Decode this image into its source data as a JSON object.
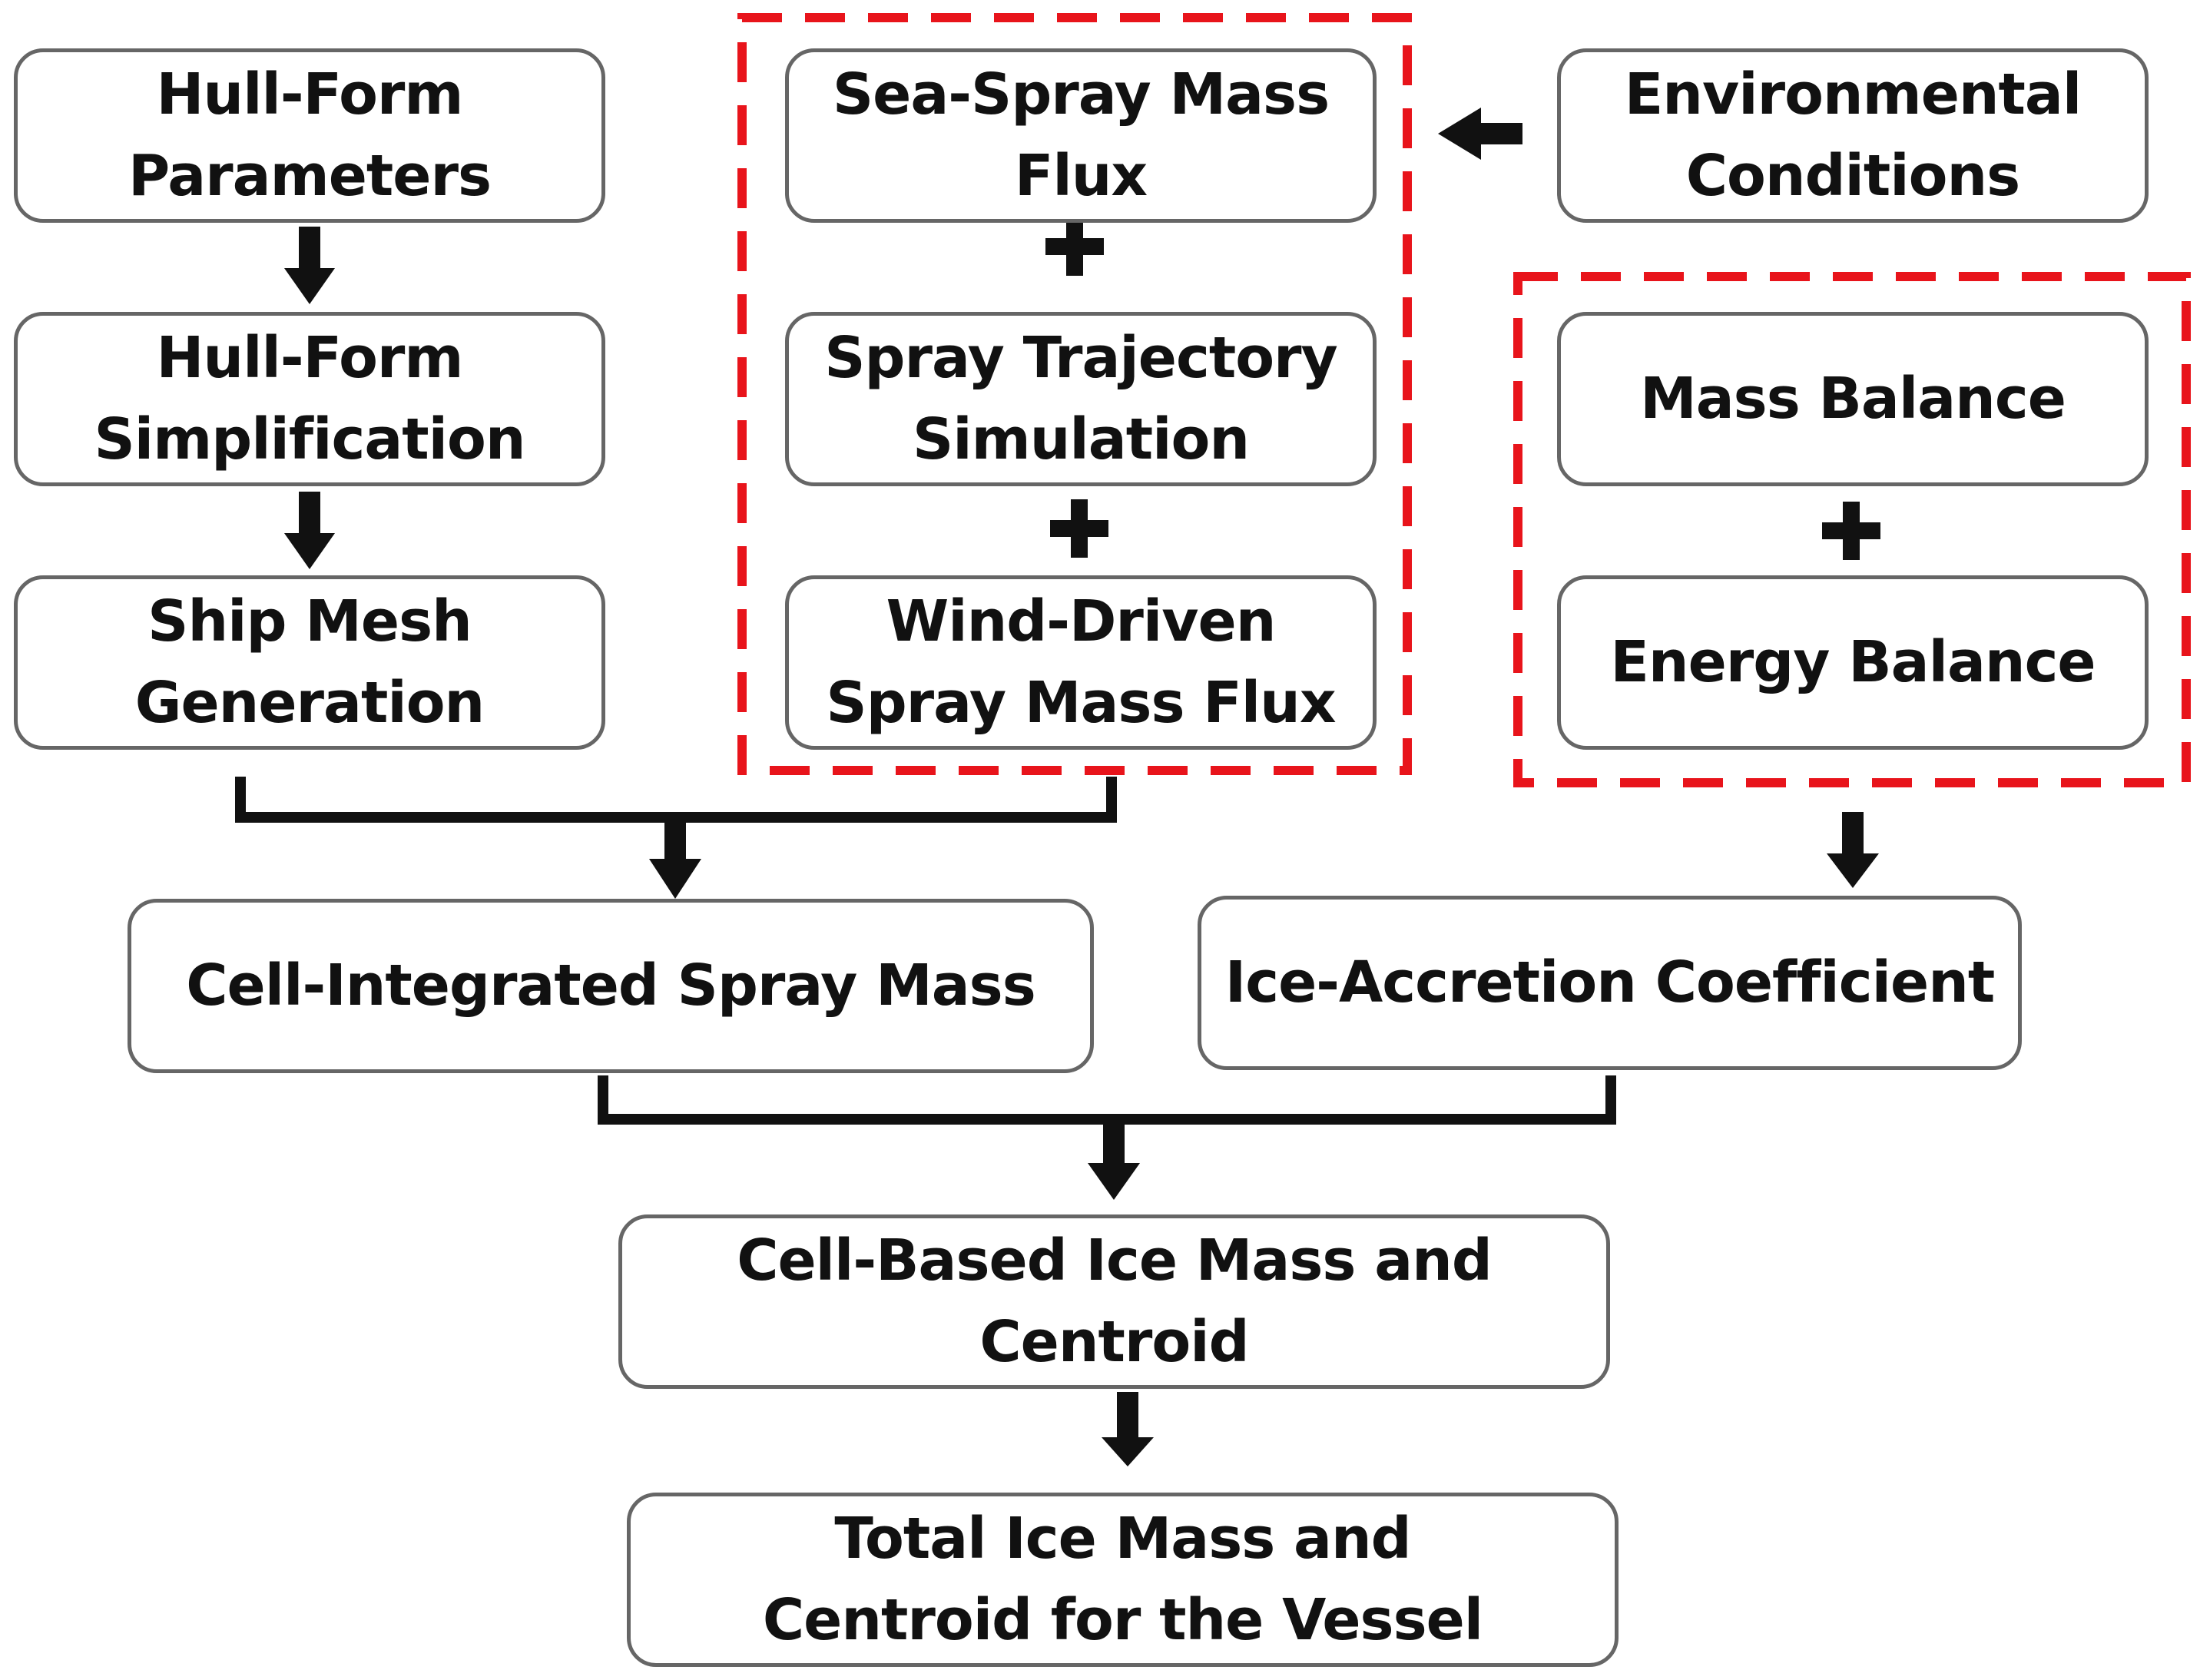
{
  "nodes": {
    "hull_form_parameters": "Hull-Form Parameters",
    "hull_form_simplification": "Hull-Form Simplification",
    "ship_mesh_generation": "Ship Mesh Generation",
    "sea_spray_mass_flux": "Sea-Spray Mass Flux",
    "spray_trajectory_simulation": "Spray Trajectory Simulation",
    "wind_driven_spray_mass_flux": "Wind-Driven Spray Mass Flux",
    "environmental_conditions": "Environmental Conditions",
    "mass_balance": "Mass Balance",
    "energy_balance": "Energy Balance",
    "cell_integrated_spray_mass": "Cell-Integrated Spray Mass",
    "ice_accretion_coefficient": "Ice-Accretion Coefficient",
    "cell_based_ice_mass_and_centroid": "Cell-Based Ice Mass and Centroid",
    "total_ice_mass_and_centroid": "Total Ice Mass and Centroid for the Vessel"
  },
  "colors": {
    "box_border": "#666666",
    "arrow": "#111111",
    "group_outline": "#e8141b",
    "text": "#111111"
  },
  "edges": [
    {
      "from": "hull_form_parameters",
      "to": "hull_form_simplification"
    },
    {
      "from": "hull_form_simplification",
      "to": "ship_mesh_generation"
    },
    {
      "from": "ship_mesh_generation",
      "to": "cell_integrated_spray_mass"
    },
    {
      "from": "wind_driven_spray_mass_flux",
      "to": "cell_integrated_spray_mass"
    },
    {
      "from": "environmental_conditions",
      "to": "sea_spray_mass_flux"
    },
    {
      "from": "energy_balance",
      "to": "ice_accretion_coefficient"
    },
    {
      "from": "cell_integrated_spray_mass",
      "to": "cell_based_ice_mass_and_centroid"
    },
    {
      "from": "ice_accretion_coefficient",
      "to": "cell_based_ice_mass_and_centroid"
    },
    {
      "from": "cell_based_ice_mass_and_centroid",
      "to": "total_ice_mass_and_centroid"
    }
  ],
  "groups": [
    {
      "members": [
        "sea_spray_mass_flux",
        "spray_trajectory_simulation",
        "wind_driven_spray_mass_flux"
      ],
      "joined_by": "+"
    },
    {
      "members": [
        "mass_balance",
        "energy_balance"
      ],
      "joined_by": "+"
    }
  ]
}
